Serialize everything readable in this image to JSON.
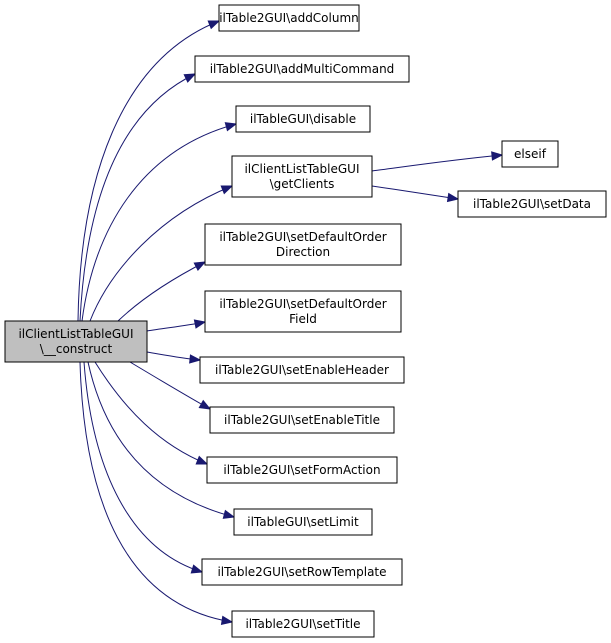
{
  "root": {
    "lines": [
      "ilClientListTableGUI",
      "\\__construct"
    ]
  },
  "callees": [
    {
      "id": "addColumn",
      "lines": [
        "ilTable2GUI\\addColumn"
      ]
    },
    {
      "id": "addMultiCommand",
      "lines": [
        "ilTable2GUI\\addMultiCommand"
      ]
    },
    {
      "id": "disable",
      "lines": [
        "ilTableGUI\\disable"
      ]
    },
    {
      "id": "getClients",
      "lines": [
        "ilClientListTableGUI",
        "\\getClients"
      ]
    },
    {
      "id": "setDefaultOrderDirection",
      "lines": [
        "ilTable2GUI\\setDefaultOrder",
        "Direction"
      ]
    },
    {
      "id": "setDefaultOrderField",
      "lines": [
        "ilTable2GUI\\setDefaultOrder",
        "Field"
      ]
    },
    {
      "id": "setEnableHeader",
      "lines": [
        "ilTable2GUI\\setEnableHeader"
      ]
    },
    {
      "id": "setEnableTitle",
      "lines": [
        "ilTable2GUI\\setEnableTitle"
      ]
    },
    {
      "id": "setFormAction",
      "lines": [
        "ilTable2GUI\\setFormAction"
      ]
    },
    {
      "id": "setLimit",
      "lines": [
        "ilTableGUI\\setLimit"
      ]
    },
    {
      "id": "setRowTemplate",
      "lines": [
        "ilTable2GUI\\setRowTemplate"
      ]
    },
    {
      "id": "setTitle",
      "lines": [
        "ilTable2GUI\\setTitle"
      ]
    }
  ],
  "sub_callees": [
    {
      "id": "elseif",
      "lines": [
        "elseif"
      ]
    },
    {
      "id": "setData",
      "lines": [
        "ilTable2GUI\\setData"
      ]
    }
  ],
  "colors": {
    "edge": "#191970",
    "root_fill": "#bfbfbf",
    "node_fill": "#ffffff",
    "node_stroke": "#000000"
  }
}
